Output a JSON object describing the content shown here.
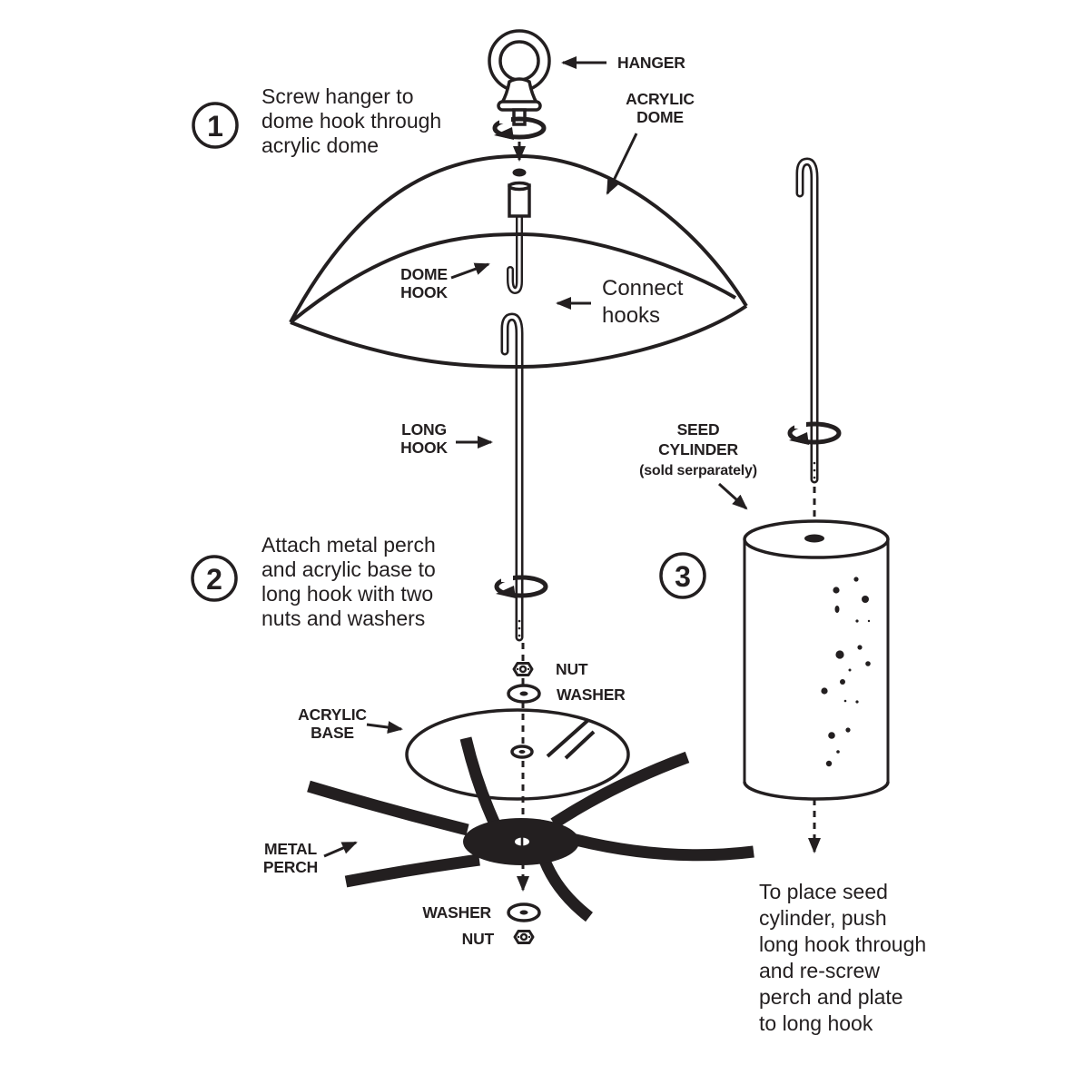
{
  "colors": {
    "ink": "#231f20",
    "background": "#ffffff"
  },
  "steps": [
    {
      "number": "1",
      "lines": [
        "Screw hanger to",
        "dome hook through",
        "acrylic dome"
      ]
    },
    {
      "number": "2",
      "lines": [
        "Attach metal perch",
        "and acrylic base to",
        "long hook with two",
        "nuts and washers"
      ]
    },
    {
      "number": "3",
      "lines": [
        "To place seed",
        "cylinder, push",
        "long hook through",
        "and re-screw",
        "perch and plate",
        "to long hook"
      ]
    }
  ],
  "labels": {
    "hanger": "HANGER",
    "acrylic_dome": [
      "ACRYLIC",
      "DOME"
    ],
    "dome_hook": [
      "DOME",
      "HOOK"
    ],
    "connect_hooks": [
      "Connect",
      "hooks"
    ],
    "long_hook": [
      "LONG",
      "HOOK"
    ],
    "seed_cylinder": [
      "SEED",
      "CYLINDER",
      "(sold serparately)"
    ],
    "nut_upper": "NUT",
    "washer_upper": "WASHER",
    "acrylic_base": [
      "ACRYLIC",
      "BASE"
    ],
    "metal_perch": [
      "METAL",
      "PERCH"
    ],
    "washer_lower": "WASHER",
    "nut_lower": "NUT"
  }
}
